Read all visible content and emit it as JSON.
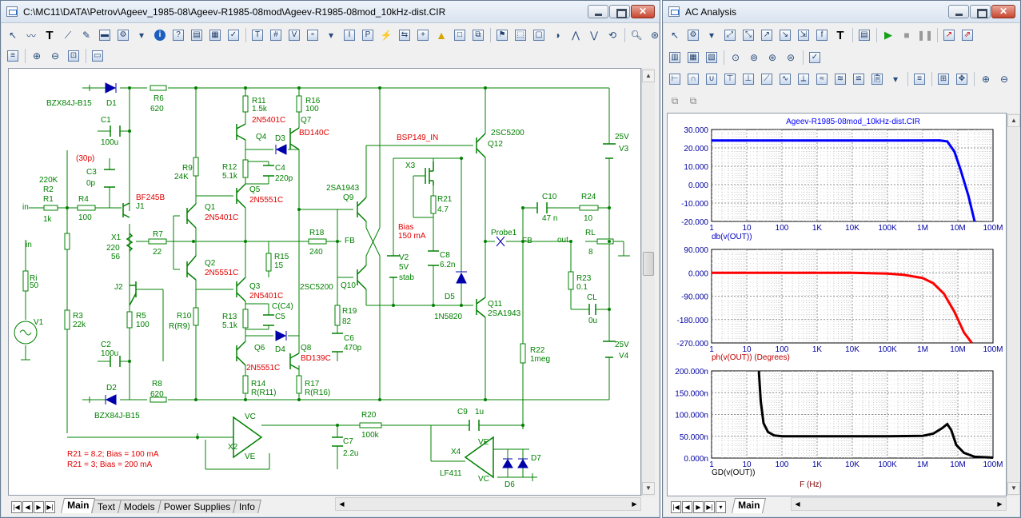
{
  "schematic_window": {
    "title": "C:\\MC11\\DATA\\Petrov\\Ageev_1985-08\\Ageev-R1985-08mod\\Ageev-R1985-08mod_10kHz-dist.CIR",
    "tabs": [
      "Main",
      "Text",
      "Models",
      "Power Supplies",
      "Info"
    ],
    "active_tab": "Main"
  },
  "schematic": {
    "labels_green": [
      {
        "t": "BZX84J-B15",
        "id": "d1-model"
      },
      {
        "t": "D1",
        "id": "d1"
      },
      {
        "t": "R6",
        "id": "r6"
      },
      {
        "t": "620",
        "id": "r6v"
      },
      {
        "t": "C1",
        "id": "c1"
      },
      {
        "t": "100u",
        "id": "c1v"
      },
      {
        "t": "C3",
        "id": "c3"
      },
      {
        "t": "0p",
        "id": "c3v"
      },
      {
        "t": "220K",
        "id": "r2v"
      },
      {
        "t": "R2",
        "id": "r2"
      },
      {
        "t": "R1",
        "id": "r1"
      },
      {
        "t": "1k",
        "id": "r1v"
      },
      {
        "t": "R4",
        "id": "r4"
      },
      {
        "t": "100",
        "id": "r4v"
      },
      {
        "t": "J1",
        "id": "j1"
      },
      {
        "t": "X1",
        "id": "x1"
      },
      {
        "t": "220",
        "id": "x1v"
      },
      {
        "t": "56",
        "id": "x1v2"
      },
      {
        "t": "R7",
        "id": "r7"
      },
      {
        "t": "22",
        "id": "r7v"
      },
      {
        "t": "Ri",
        "id": "ri"
      },
      {
        "t": "50",
        "id": "riv"
      },
      {
        "t": "V1",
        "id": "v1"
      },
      {
        "t": "J2",
        "id": "j2"
      },
      {
        "t": "R5",
        "id": "r5"
      },
      {
        "t": "100",
        "id": "r5v"
      },
      {
        "t": "R3",
        "id": "r3"
      },
      {
        "t": "22k",
        "id": "r3v"
      },
      {
        "t": "C2",
        "id": "c2"
      },
      {
        "t": "100u",
        "id": "c2v"
      },
      {
        "t": "D2",
        "id": "d2"
      },
      {
        "t": "R8",
        "id": "r8"
      },
      {
        "t": "620",
        "id": "r8v"
      },
      {
        "t": "BZX84J-B15",
        "id": "d2-model"
      },
      {
        "t": "R9",
        "id": "r9"
      },
      {
        "t": "24K",
        "id": "r9v"
      },
      {
        "t": "Q1",
        "id": "q1"
      },
      {
        "t": "Q2",
        "id": "q2"
      },
      {
        "t": "R10",
        "id": "r10"
      },
      {
        "t": "R(R9)",
        "id": "r10v"
      },
      {
        "t": "R11",
        "id": "r11"
      },
      {
        "t": "1.5k",
        "id": "r11v"
      },
      {
        "t": "R16",
        "id": "r16"
      },
      {
        "t": "100",
        "id": "r16v"
      },
      {
        "t": "Q4",
        "id": "q4"
      },
      {
        "t": "Q7",
        "id": "q7"
      },
      {
        "t": "D3",
        "id": "d3"
      },
      {
        "t": "R12",
        "id": "r12"
      },
      {
        "t": "5.1k",
        "id": "r12v"
      },
      {
        "t": "C4",
        "id": "c4"
      },
      {
        "t": "220p",
        "id": "c4v"
      },
      {
        "t": "Q5",
        "id": "q5"
      },
      {
        "t": "R15",
        "id": "r15"
      },
      {
        "t": "15",
        "id": "r15v"
      },
      {
        "t": "Q3",
        "id": "q3"
      },
      {
        "t": "C5",
        "id": "c5"
      },
      {
        "t": "R13",
        "id": "r13"
      },
      {
        "t": "5.1k",
        "id": "r13v"
      },
      {
        "t": "Q6",
        "id": "q6"
      },
      {
        "t": "D4",
        "id": "d4"
      },
      {
        "t": "Q8",
        "id": "q8"
      },
      {
        "t": "R14",
        "id": "r14"
      },
      {
        "t": "R(R11)",
        "id": "r14v"
      },
      {
        "t": "R17",
        "id": "r17"
      },
      {
        "t": "R(R16)",
        "id": "r17v"
      },
      {
        "t": "R18",
        "id": "r18"
      },
      {
        "t": "240",
        "id": "r18v"
      },
      {
        "t": "FB",
        "id": "fb1"
      },
      {
        "t": "2SA1943",
        "id": "q9m"
      },
      {
        "t": "Q9",
        "id": "q9"
      },
      {
        "t": "Q10",
        "id": "q10"
      },
      {
        "t": "2SC5200",
        "id": "q10m"
      },
      {
        "t": "R19",
        "id": "r19"
      },
      {
        "t": "82",
        "id": "r19v"
      },
      {
        "t": "C6",
        "id": "c6"
      },
      {
        "t": "470p",
        "id": "c6v"
      },
      {
        "t": "X3",
        "id": "x3"
      },
      {
        "t": "R21",
        "id": "r21"
      },
      {
        "t": "4.7",
        "id": "r21v"
      },
      {
        "t": "V2",
        "id": "v2"
      },
      {
        "t": "5V",
        "id": "v2v"
      },
      {
        "t": "stab",
        "id": "v2s"
      },
      {
        "t": "C8",
        "id": "c8"
      },
      {
        "t": "6.2n",
        "id": "c8v"
      },
      {
        "t": "D5",
        "id": "d5"
      },
      {
        "t": "1N5820",
        "id": "d5m"
      },
      {
        "t": "2SC5200",
        "id": "q12m"
      },
      {
        "t": "Q12",
        "id": "q12"
      },
      {
        "t": "Q11",
        "id": "q11"
      },
      {
        "t": "2SA1943",
        "id": "q11m"
      },
      {
        "t": "25V",
        "id": "v3v"
      },
      {
        "t": "V3",
        "id": "v3"
      },
      {
        "t": "C10",
        "id": "c10"
      },
      {
        "t": "47 n",
        "id": "c10v"
      },
      {
        "t": "R24",
        "id": "r24"
      },
      {
        "t": "10",
        "id": "r24v"
      },
      {
        "t": "Probe1",
        "id": "probe1"
      },
      {
        "t": "FB",
        "id": "fb2"
      },
      {
        "t": "RL",
        "id": "rl"
      },
      {
        "t": "8",
        "id": "rlv"
      },
      {
        "t": "R23",
        "id": "r23"
      },
      {
        "t": "0.1",
        "id": "r23v"
      },
      {
        "t": "CL",
        "id": "cl"
      },
      {
        "t": "0u",
        "id": "clv"
      },
      {
        "t": "R22",
        "id": "r22"
      },
      {
        "t": "1meg",
        "id": "r22v"
      },
      {
        "t": "25V",
        "id": "v4v"
      },
      {
        "t": "V4",
        "id": "v4"
      },
      {
        "t": "R20",
        "id": "r20"
      },
      {
        "t": "100k",
        "id": "r20v"
      },
      {
        "t": "C9",
        "id": "c9"
      },
      {
        "t": "1u",
        "id": "c9v"
      },
      {
        "t": "C7",
        "id": "c7"
      },
      {
        "t": "2.2u",
        "id": "c7v"
      },
      {
        "t": "X2",
        "id": "x2"
      },
      {
        "t": "VC",
        "id": "x2vc"
      },
      {
        "t": "VE",
        "id": "x2ve"
      },
      {
        "t": "X4",
        "id": "x4"
      },
      {
        "t": "VE",
        "id": "x4ve"
      },
      {
        "t": "VC",
        "id": "x4vc"
      },
      {
        "t": "LF411",
        "id": "x4m"
      },
      {
        "t": "D7",
        "id": "d7"
      },
      {
        "t": "D6",
        "id": "d6"
      },
      {
        "t": "in",
        "id": "in1"
      },
      {
        "t": "in",
        "id": "in2"
      },
      {
        "t": "out",
        "id": "out"
      },
      {
        "t": "C(C4)",
        "id": "c5v"
      }
    ],
    "labels_red": [
      {
        "t": "(30p)",
        "id": "c3red"
      },
      {
        "t": "BF245B",
        "id": "j1m"
      },
      {
        "t": "2N5401C",
        "id": "q1m"
      },
      {
        "t": "2N5551C",
        "id": "q2m"
      },
      {
        "t": "2N5401C",
        "id": "q4m"
      },
      {
        "t": "BD140C",
        "id": "q7m"
      },
      {
        "t": "2N5551C",
        "id": "q5m"
      },
      {
        "t": "2N5401C",
        "id": "q3m"
      },
      {
        "t": "2N5551C",
        "id": "q6m"
      },
      {
        "t": "BD139C",
        "id": "q8m"
      },
      {
        "t": "BSP149_IN",
        "id": "x3m"
      },
      {
        "t": "Bias",
        "id": "bias1"
      },
      {
        "t": "150 mA",
        "id": "bias2"
      },
      {
        "t": "R21 = 8.2; Bias = 100 mA",
        "id": "note1"
      },
      {
        "t": "R21 = 3; Bias = 200 mA",
        "id": "note2"
      }
    ]
  },
  "analysis_window": {
    "title": "AC Analysis",
    "chart_title": "Ageev-R1985-08mod_10kHz-dist.CIR",
    "tab": "Main",
    "x_axis_label": "F (Hz)"
  },
  "chart_data": [
    {
      "type": "line",
      "xscale": "log",
      "x_ticks": [
        "1",
        "10",
        "100",
        "1K",
        "10K",
        "100K",
        "1M",
        "10M",
        "100M"
      ],
      "ylabel": "db(v(OUT))",
      "ylim": [
        -20,
        30
      ],
      "y_ticks": [
        "30.000",
        "20.000",
        "10.000",
        "0.000",
        "-10.000",
        "-20.000"
      ],
      "series": [
        {
          "color": "#0000ff",
          "x": [
            1,
            1000,
            100000,
            1000000,
            3000000,
            5000000,
            8000000,
            12000000,
            20000000,
            30000000
          ],
          "values": [
            24,
            24,
            24,
            24,
            24.1,
            23.5,
            18,
            8,
            -6,
            -20
          ]
        }
      ]
    },
    {
      "type": "line",
      "xscale": "log",
      "x_ticks": [
        "1",
        "10",
        "100",
        "1K",
        "10K",
        "100K",
        "1M",
        "10M",
        "100M"
      ],
      "ylabel": "ph(v(OUT)) (Degrees)",
      "ylim": [
        -270,
        90
      ],
      "y_ticks": [
        "90.000",
        "0.000",
        "-90.000",
        "-180.000",
        "-270.000"
      ],
      "series": [
        {
          "color": "#ff0000",
          "x": [
            1,
            10000,
            100000,
            300000,
            1000000,
            2000000,
            4000000,
            8000000,
            15000000,
            25000000
          ],
          "values": [
            0,
            0,
            -3,
            -8,
            -20,
            -40,
            -80,
            -150,
            -230,
            -270
          ]
        }
      ]
    },
    {
      "type": "line",
      "xscale": "log",
      "x_ticks": [
        "1",
        "10",
        "100",
        "1K",
        "10K",
        "100K",
        "1M",
        "10M",
        "100M"
      ],
      "ylabel": "GD(v(OUT))",
      "ylim": [
        0,
        200
      ],
      "y_ticks": [
        "200.000n",
        "150.000n",
        "100.000n",
        "50.000n",
        "0.000n"
      ],
      "series": [
        {
          "color": "#000000",
          "x": [
            22,
            25,
            30,
            40,
            60,
            100,
            1000,
            100000,
            1000000,
            2000000,
            3500000,
            5000000,
            6500000,
            9000000,
            15000000,
            30000000,
            100000000
          ],
          "values": [
            200,
            130,
            80,
            60,
            52,
            50,
            50,
            50,
            51,
            56,
            68,
            78,
            64,
            30,
            12,
            3,
            1
          ]
        }
      ]
    }
  ]
}
